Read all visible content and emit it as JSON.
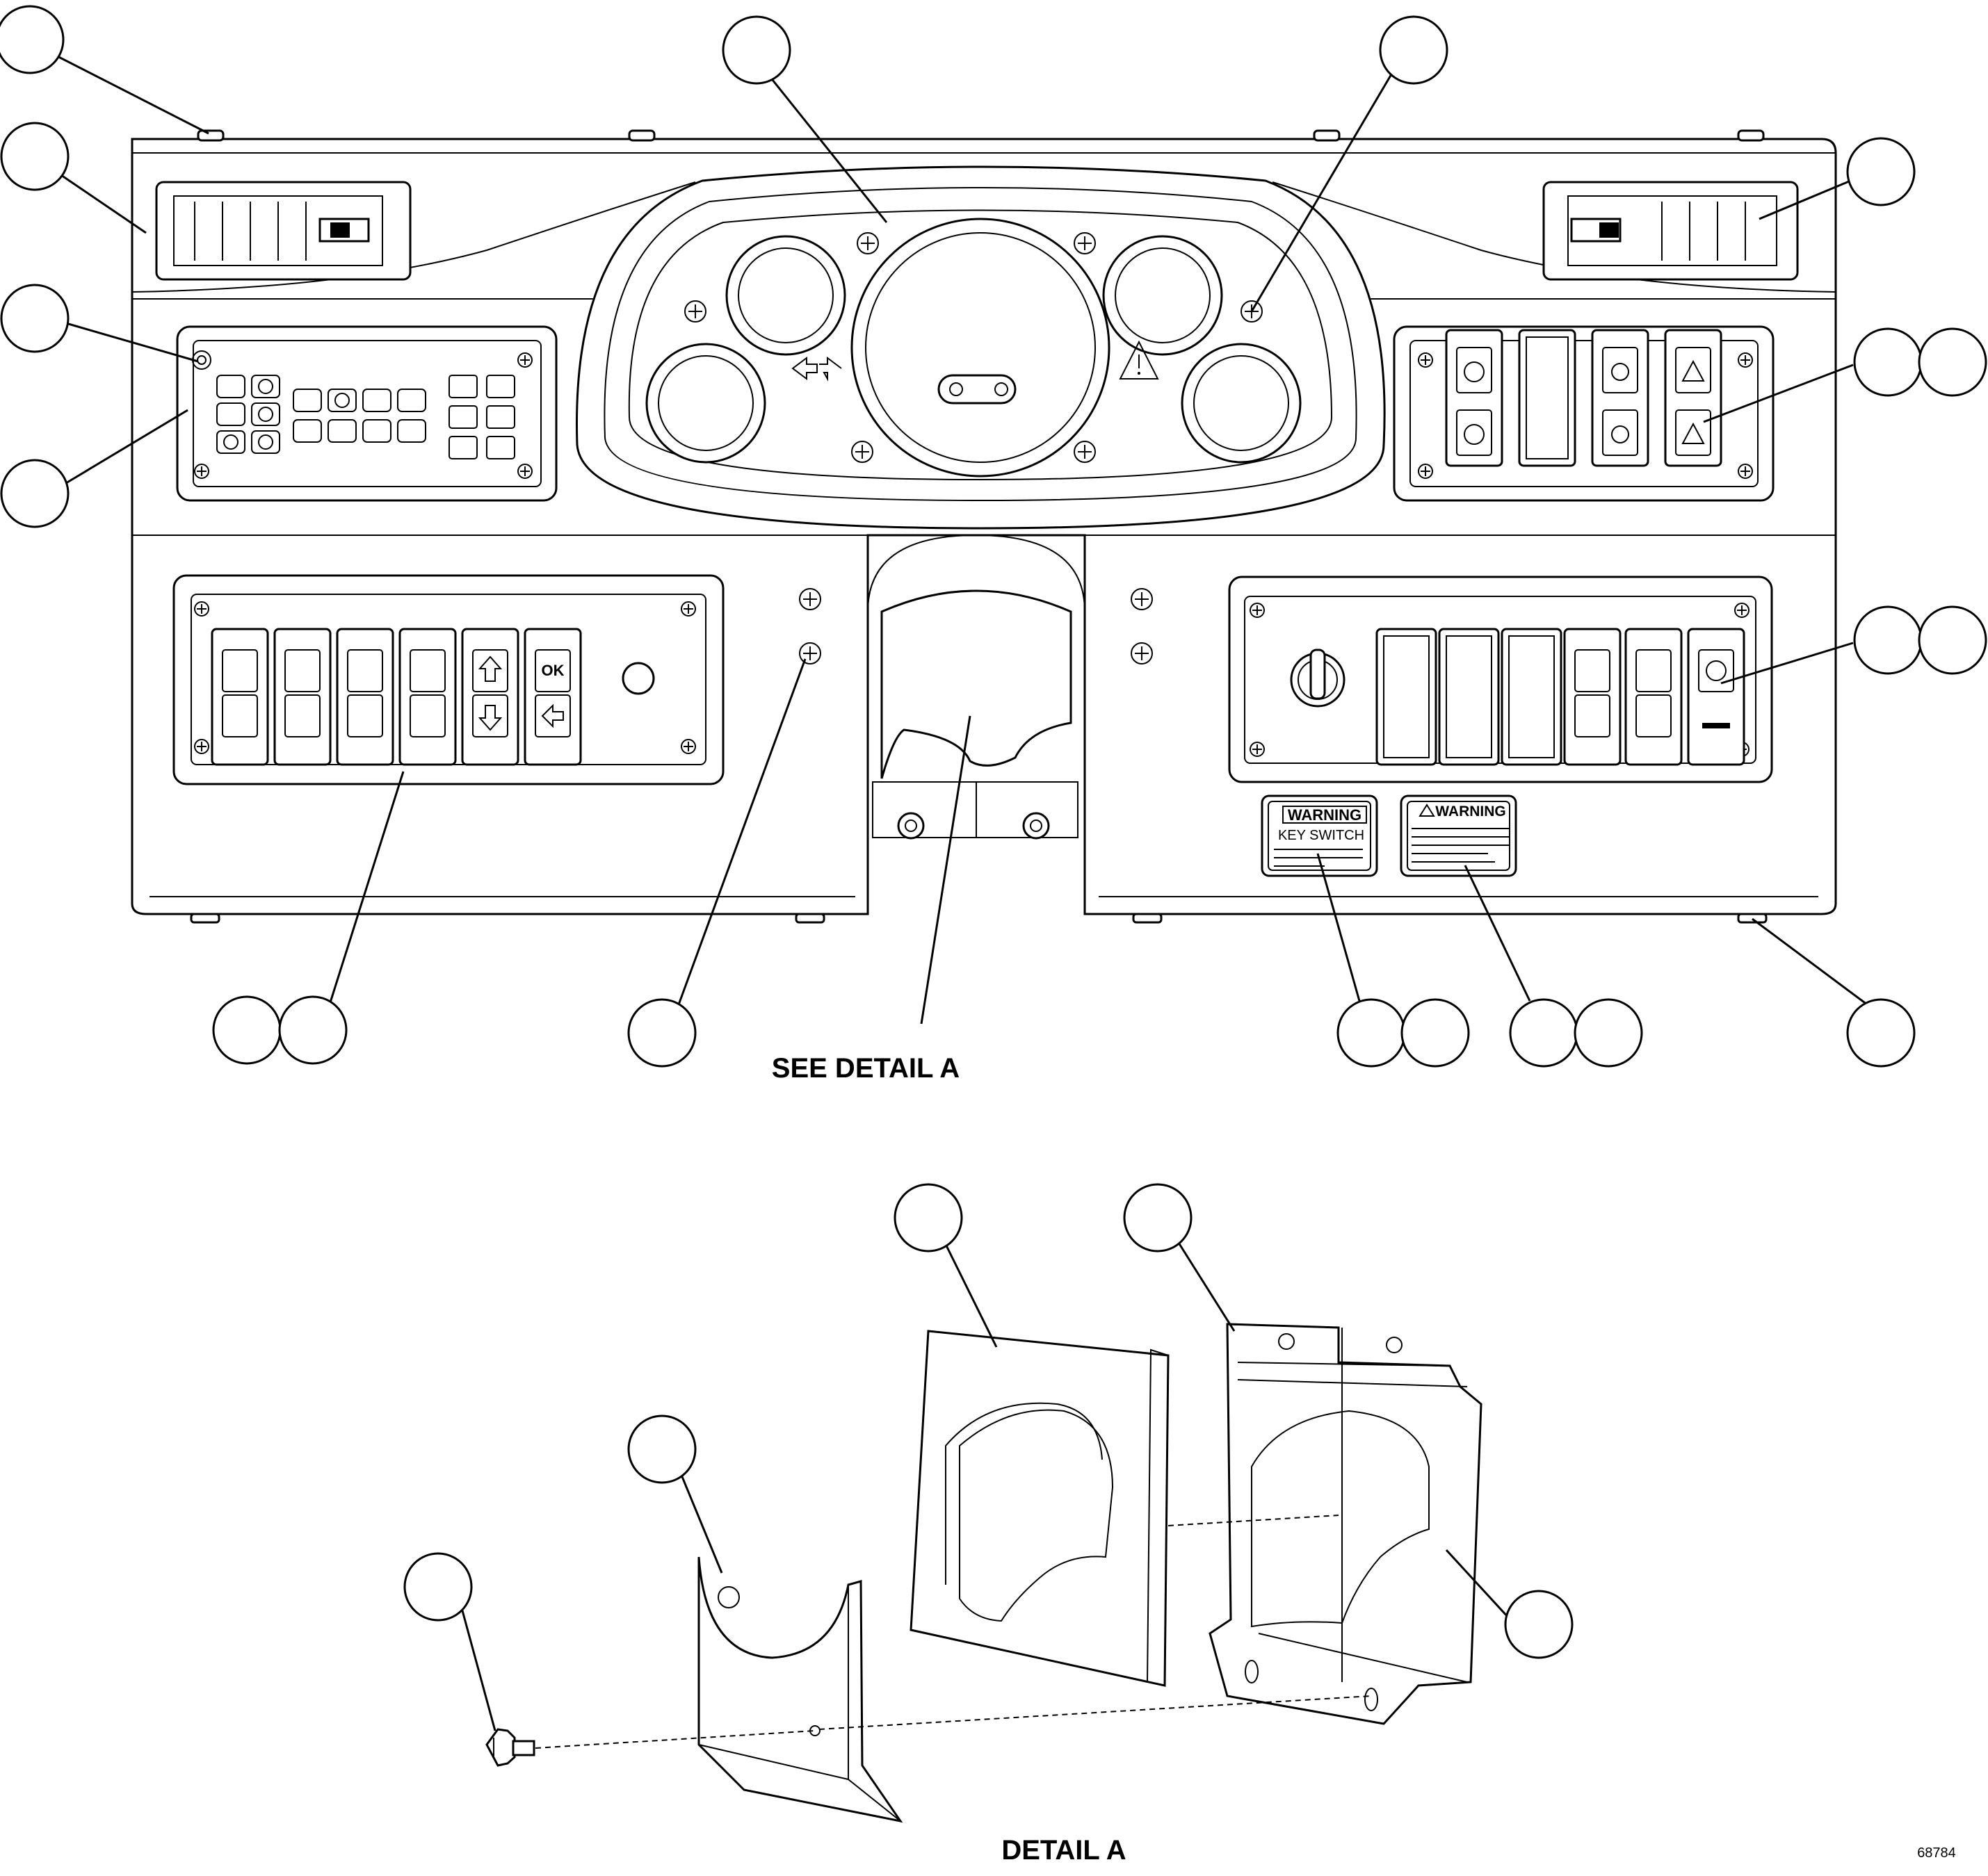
{
  "figure": {
    "see_detail_label": "SEE DETAIL A",
    "detail_title": "DETAIL A",
    "figure_number": "68784"
  },
  "labels": {
    "warning_left_title": "WARNING",
    "warning_left_subtitle": "KEY SWITCH",
    "warning_right_title": "WARNING",
    "ok_button": "OK"
  }
}
